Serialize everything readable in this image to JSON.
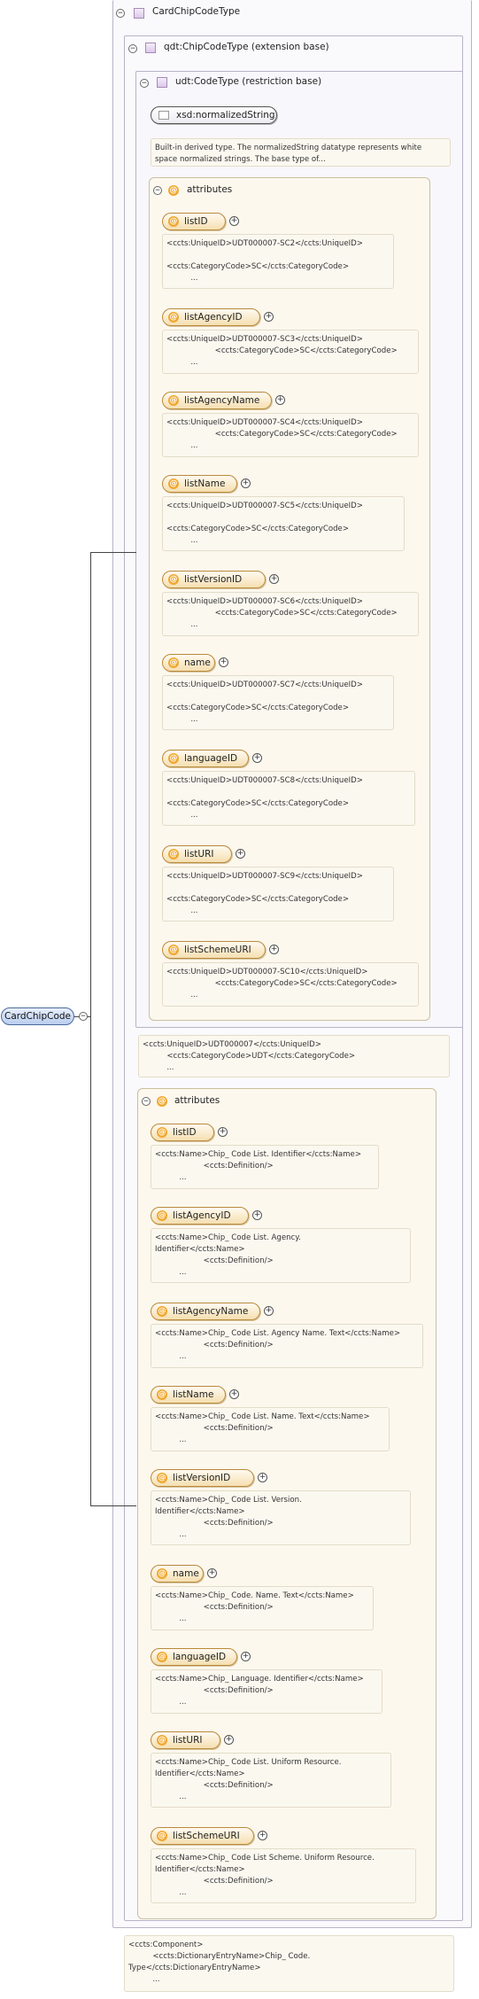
{
  "root": {
    "label": "CardChipCode"
  },
  "type": {
    "label": "CardChipCodeType"
  },
  "ext": {
    "label": "qdt:ChipCodeType (extension base)"
  },
  "restr": {
    "label": "udt:CodeType (restriction base)"
  },
  "xsd": {
    "label": "xsd:normalizedString",
    "doc": "Built-in derived type. The normalizedString datatype represents white space normalized strings. The base type of..."
  },
  "inner": {
    "title": "attributes",
    "items": [
      {
        "name": "listID",
        "doc": "<ccts:UniqueID>UDT000007-SC2</ccts:UniqueID>\n\n<ccts:CategoryCode>SC</ccts:CategoryCode>\n          ..."
      },
      {
        "name": "listAgencyID",
        "doc": "<ccts:UniqueID>UDT000007-SC3</ccts:UniqueID>\n                    <ccts:CategoryCode>SC</ccts:CategoryCode>\n          ..."
      },
      {
        "name": "listAgencyName",
        "doc": "<ccts:UniqueID>UDT000007-SC4</ccts:UniqueID>\n                    <ccts:CategoryCode>SC</ccts:CategoryCode>\n          ..."
      },
      {
        "name": "listName",
        "doc": "<ccts:UniqueID>UDT000007-SC5</ccts:UniqueID>\n\n<ccts:CategoryCode>SC</ccts:CategoryCode>\n          ..."
      },
      {
        "name": "listVersionID",
        "doc": "<ccts:UniqueID>UDT000007-SC6</ccts:UniqueID>\n                    <ccts:CategoryCode>SC</ccts:CategoryCode>\n          ..."
      },
      {
        "name": "name",
        "doc": "<ccts:UniqueID>UDT000007-SC7</ccts:UniqueID>\n\n<ccts:CategoryCode>SC</ccts:CategoryCode>\n          ..."
      },
      {
        "name": "languageID",
        "doc": "<ccts:UniqueID>UDT000007-SC8</ccts:UniqueID>\n\n<ccts:CategoryCode>SC</ccts:CategoryCode>\n          ..."
      },
      {
        "name": "listURI",
        "doc": "<ccts:UniqueID>UDT000007-SC9</ccts:UniqueID>\n\n<ccts:CategoryCode>SC</ccts:CategoryCode>\n          ..."
      },
      {
        "name": "listSchemeURI",
        "doc": "<ccts:UniqueID>UDT000007-SC10</ccts:UniqueID>\n                    <ccts:CategoryCode>SC</ccts:CategoryCode>\n          ..."
      }
    ]
  },
  "udtdoc": "<ccts:UniqueID>UDT000007</ccts:UniqueID>\n          <ccts:CategoryCode>UDT</ccts:CategoryCode>\n          ...",
  "outer": {
    "title": "attributes",
    "items": [
      {
        "name": "listID",
        "doc": "<ccts:Name>Chip_ Code List. Identifier</ccts:Name>\n                    <ccts:Definition/>\n          ..."
      },
      {
        "name": "listAgencyID",
        "doc": "<ccts:Name>Chip_ Code List. Agency.\nIdentifier</ccts:Name>\n                    <ccts:Definition/>\n          ..."
      },
      {
        "name": "listAgencyName",
        "doc": "<ccts:Name>Chip_ Code List. Agency Name. Text</ccts:Name>\n                    <ccts:Definition/>\n          ..."
      },
      {
        "name": "listName",
        "doc": "<ccts:Name>Chip_ Code List. Name. Text</ccts:Name>\n                    <ccts:Definition/>\n          ..."
      },
      {
        "name": "listVersionID",
        "doc": "<ccts:Name>Chip_ Code List. Version.\nIdentifier</ccts:Name>\n                    <ccts:Definition/>\n          ..."
      },
      {
        "name": "name",
        "doc": "<ccts:Name>Chip_ Code. Name. Text</ccts:Name>\n                    <ccts:Definition/>\n          ..."
      },
      {
        "name": "languageID",
        "doc": "<ccts:Name>Chip_ Language. Identifier</ccts:Name>\n                    <ccts:Definition/>\n          ..."
      },
      {
        "name": "listURI",
        "doc": "<ccts:Name>Chip_ Code List. Uniform Resource.\nIdentifier</ccts:Name>\n                    <ccts:Definition/>\n          ..."
      },
      {
        "name": "listSchemeURI",
        "doc": "<ccts:Name>Chip_ Code List Scheme. Uniform Resource.\nIdentifier</ccts:Name>\n                    <ccts:Definition/>\n          ..."
      }
    ]
  },
  "bottomdoc": "<ccts:Component>\n          <ccts:DictionaryEntryName>Chip_ Code.\nType</ccts:DictionaryEntryName>\n          ..."
}
